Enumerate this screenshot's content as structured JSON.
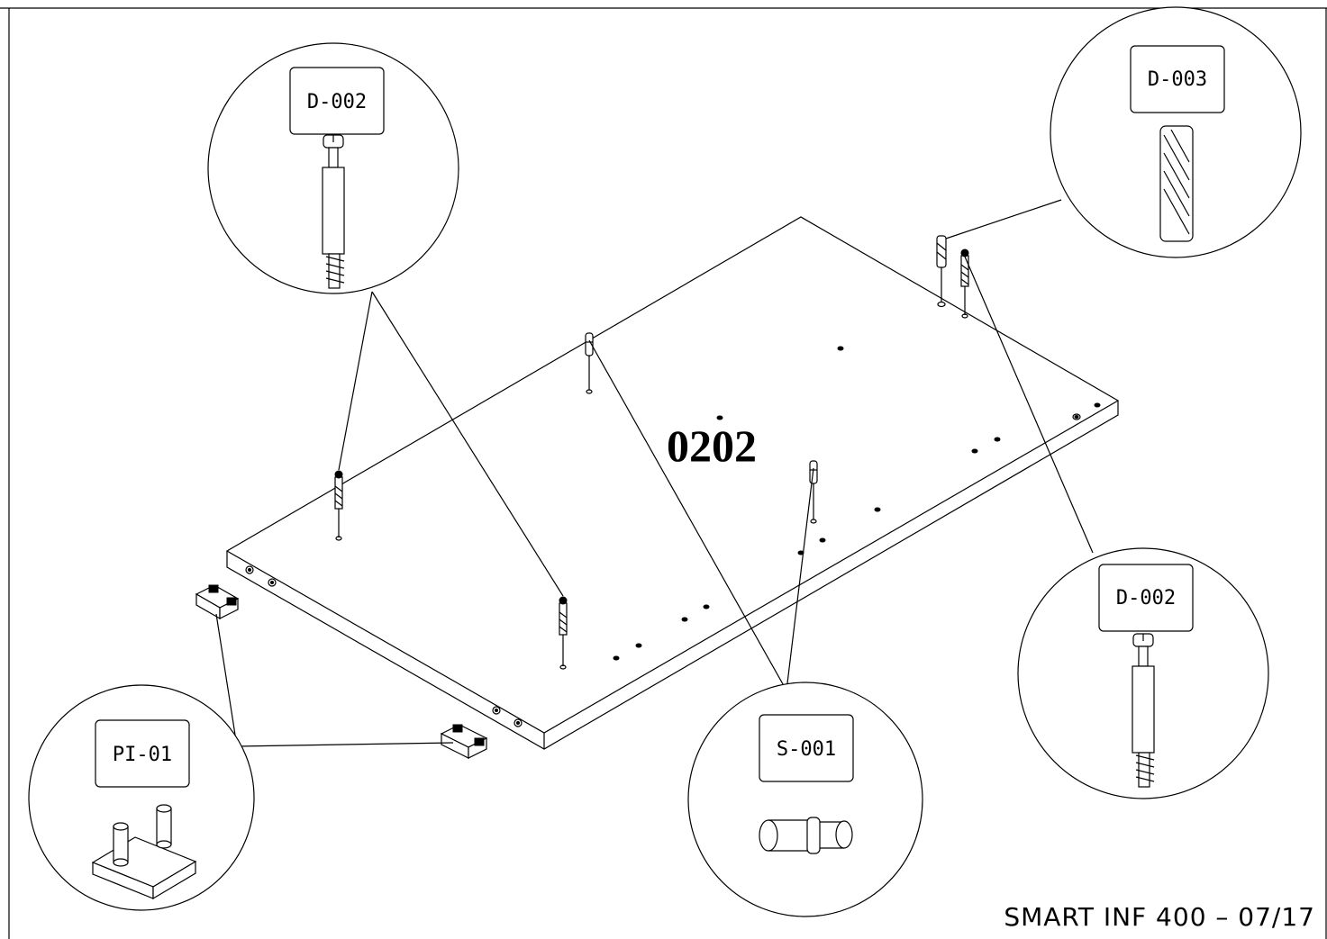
{
  "part_number": "0202",
  "footer": "SMART INF 400 – 07/17",
  "callouts": [
    {
      "id": "d002-top",
      "code": "D-002",
      "part": "cam-bolt"
    },
    {
      "id": "d003",
      "code": "D-003",
      "part": "wooden-dowel"
    },
    {
      "id": "d002-right",
      "code": "D-002",
      "part": "cam-bolt"
    },
    {
      "id": "s001",
      "code": "S-001",
      "part": "shelf-support-pin"
    },
    {
      "id": "pi01",
      "code": "PI-01",
      "part": "plastic-foot"
    }
  ]
}
